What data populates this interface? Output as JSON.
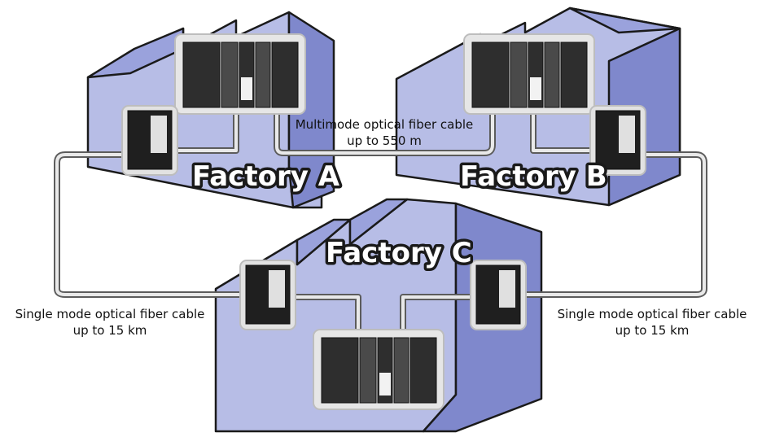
{
  "labels": {
    "factory_a": "Factory A",
    "factory_b": "Factory B",
    "factory_c": "Factory C",
    "multimode_line1": "Multimode optical fiber cable",
    "multimode_line2": "up to 550 m",
    "single_left_line1": "Single mode optical fiber cable",
    "single_left_line2": "up to 15 km",
    "single_right_line1": "Single mode optical fiber cable",
    "single_right_line2": "up to 15 km"
  },
  "colors": {
    "building_front": "#b7bde6",
    "building_side": "#7f88cc",
    "cable": "#5c5c5c"
  }
}
